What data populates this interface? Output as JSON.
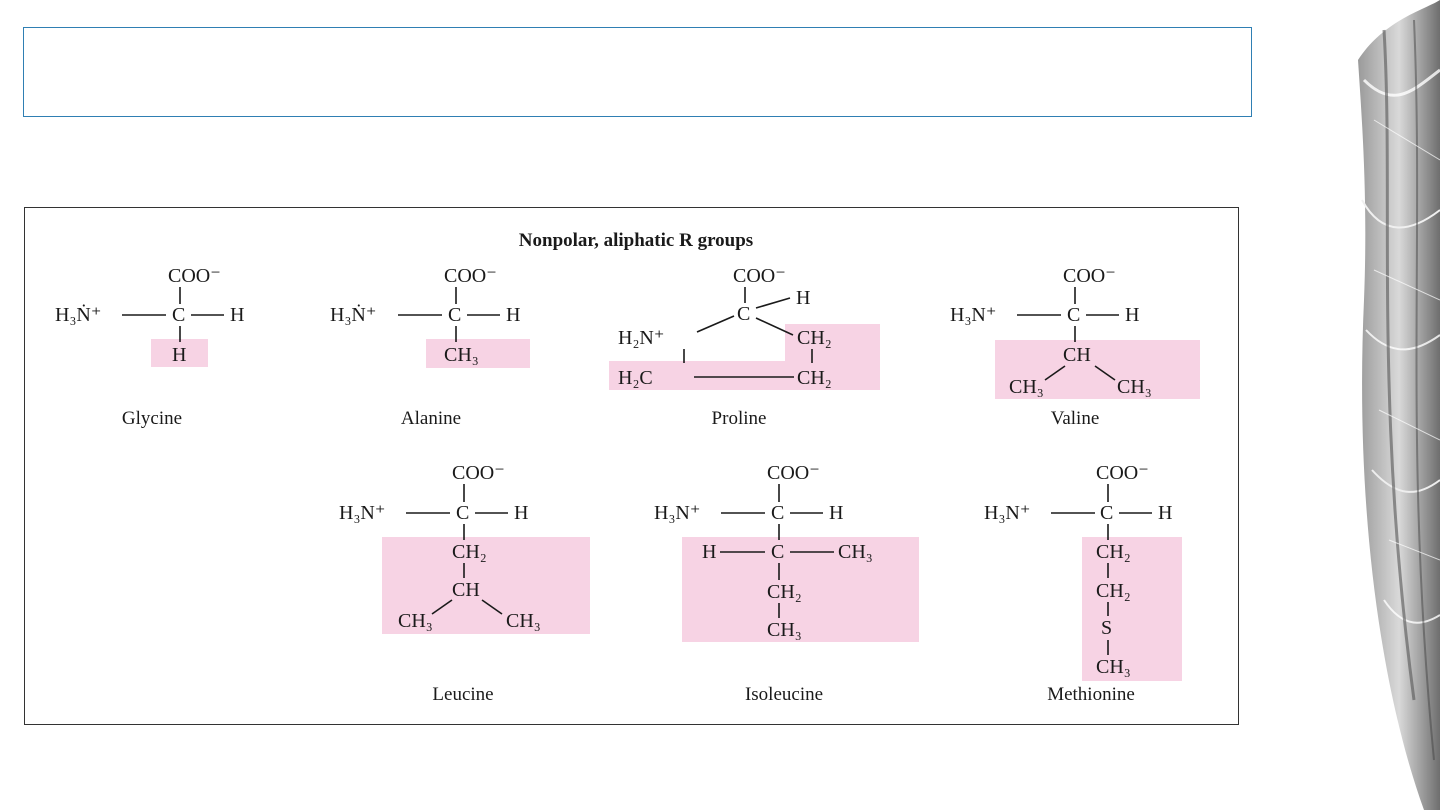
{
  "slide": {
    "title_text": ""
  },
  "figure": {
    "heading": "Nonpolar, aliphatic R groups",
    "highlight_color": "#f7d3e4",
    "amino_acids": {
      "glycine": {
        "name": "Glycine",
        "coo": "COO⁻",
        "amine": "H₃Ṅ⁺",
        "alpha_h": "H",
        "alpha_c": "C",
        "r": "H"
      },
      "alanine": {
        "name": "Alanine",
        "coo": "COO⁻",
        "amine": "H₃Ṅ⁺",
        "alpha_h": "H",
        "alpha_c": "C",
        "r": "CH₃"
      },
      "proline": {
        "name": "Proline",
        "coo": "COO⁻",
        "alpha_h": "H",
        "alpha_c": "C",
        "ring_n": "H₂N⁺",
        "ring_ch2_right": "CH₂",
        "ring_ch2_bottom_right": "CH₂",
        "ring_ch2_bottom_left": "H₂C"
      },
      "valine": {
        "name": "Valine",
        "coo": "COO⁻",
        "amine": "H₃N⁺",
        "alpha_h": "H",
        "alpha_c": "C",
        "r_ch": "CH",
        "r_ch3_left": "CH₃",
        "r_ch3_right": "CH₃"
      },
      "leucine": {
        "name": "Leucine",
        "coo": "COO⁻",
        "amine": "H₃N⁺",
        "alpha_h": "H",
        "alpha_c": "C",
        "r_ch2": "CH₂",
        "r_ch": "CH",
        "r_ch3_left": "CH₃",
        "r_ch3_right": "CH₃"
      },
      "isoleucine": {
        "name": "Isoleucine",
        "coo": "COO⁻",
        "amine": "H₃N⁺",
        "alpha_h": "H",
        "alpha_c": "C",
        "r_h": "H",
        "r_c": "C",
        "r_ch3": "CH₃",
        "r_ch2": "CH₂",
        "r_ch3_bottom": "CH₃"
      },
      "methionine": {
        "name": "Methionine",
        "coo": "COO⁻",
        "amine": "H₃N⁺",
        "alpha_h": "H",
        "alpha_c": "C",
        "r_ch2_1": "CH₂",
        "r_ch2_2": "CH₂",
        "r_s": "S",
        "r_ch3": "CH₃"
      }
    }
  },
  "decoration": {
    "icon": "swirl-graphic-icon"
  }
}
